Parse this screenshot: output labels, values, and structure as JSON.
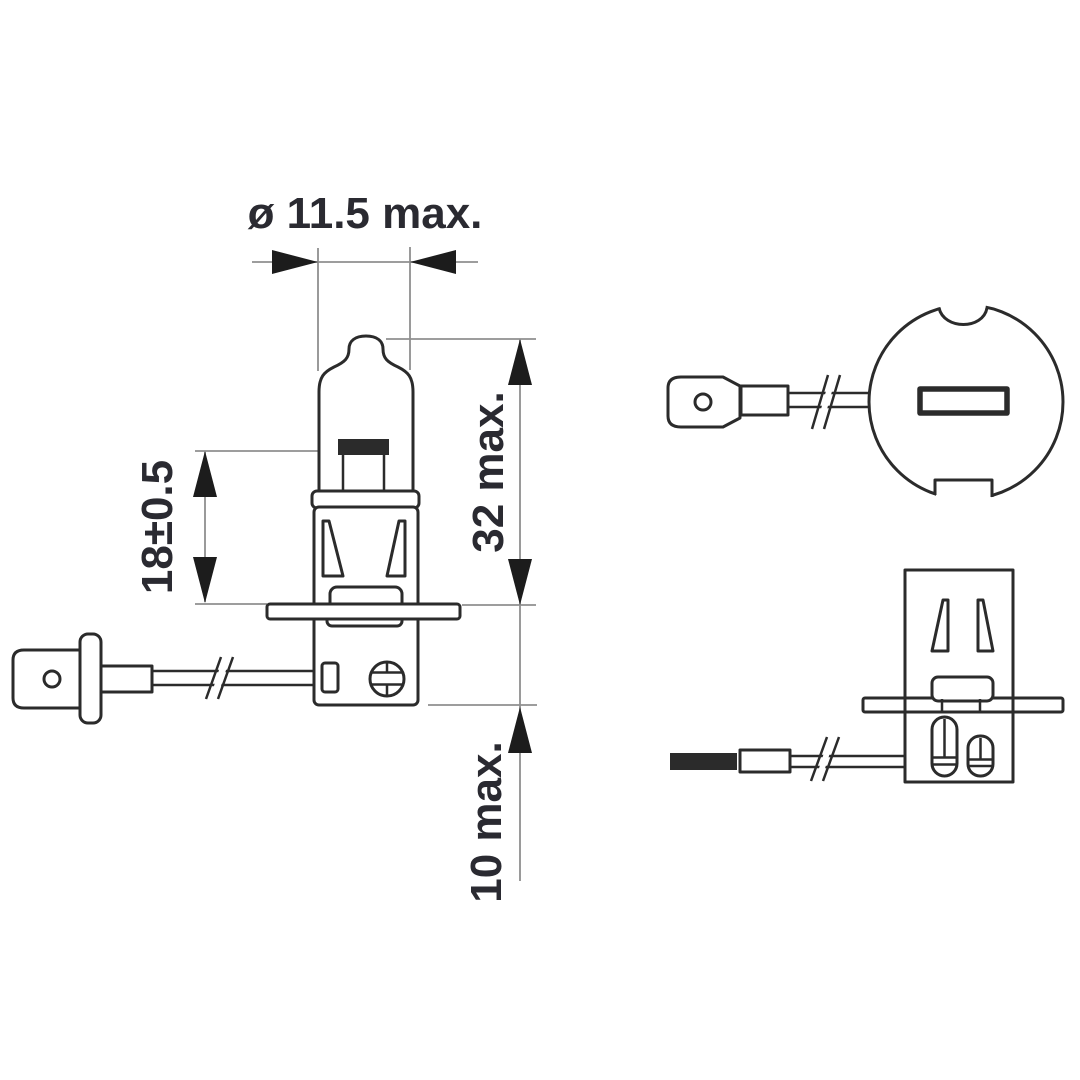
{
  "dimensions": {
    "diameter": "ø 11.5 max.",
    "overall_length": "32 max.",
    "light_center_length": "18±0.5",
    "base_depth": "10 max."
  },
  "colors": {
    "outline": "#2b2b2b",
    "dim": "#8f8f8f",
    "arrow": "#1c1c1c",
    "text": "#2a2a31",
    "bg": "#ffffff"
  }
}
